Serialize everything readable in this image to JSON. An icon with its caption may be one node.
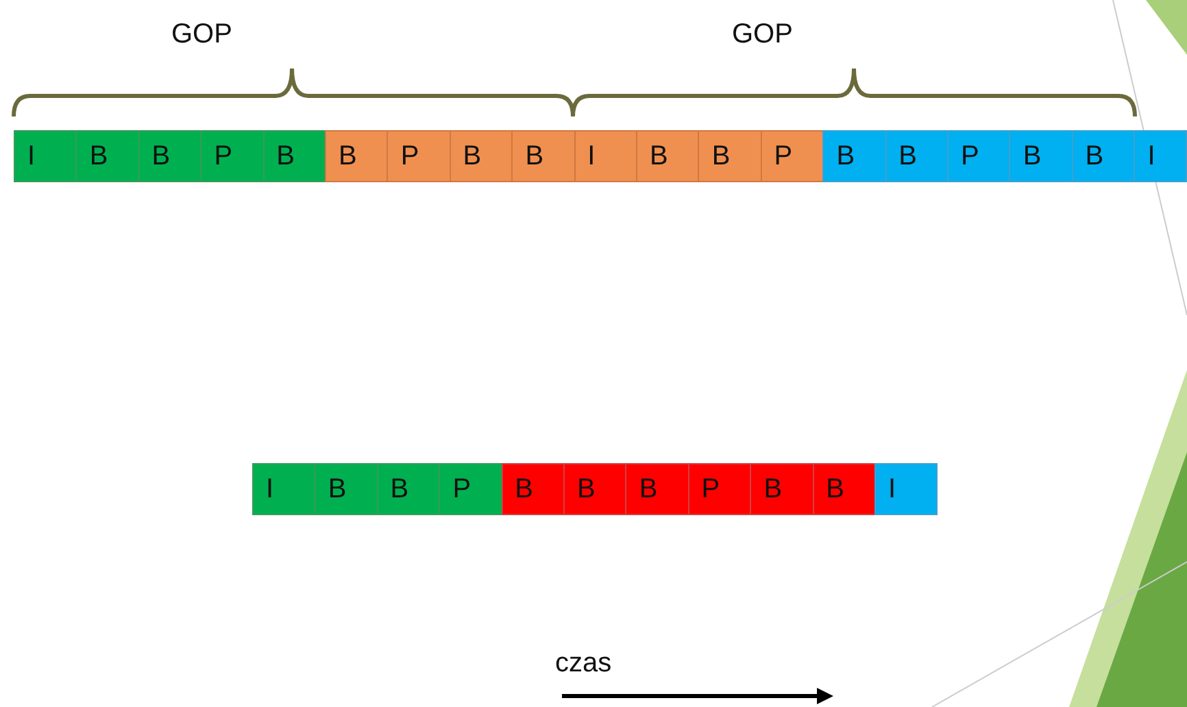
{
  "diagram": {
    "nodes": [
      {
        "text": [
          "I"
        ]
      },
      {
        "text": [
          "B"
        ]
      },
      {
        "text": [
          "B"
        ]
      },
      {
        "text": [
          "P"
        ]
      },
      {
        "text": [
          "B"
        ]
      },
      {
        "text": [
          "B"
        ]
      },
      {
        "text": [
          "P"
        ]
      },
      {
        "text": [
          "B"
        ]
      },
      {
        "text": [
          "B"
        ]
      },
      {
        "text": [
          "I"
        ]
      },
      {
        "text": [
          "B"
        ]
      },
      {
        "text": [
          "B"
        ]
      },
      {
        "text": [
          "P"
        ]
      },
      {
        "text": [
          "B"
        ]
      },
      {
        "text": [
          "B"
        ]
      },
      {
        "text": [
          "P"
        ]
      },
      {
        "text": [
          "B"
        ]
      },
      {
        "text": [
          "B"
        ]
      },
      {
        "text": [
          "I"
        ]
      },
      {
        "text": [
          "I"
        ]
      },
      {
        "text": [
          "B"
        ]
      },
      {
        "text": [
          "B"
        ]
      },
      {
        "text": [
          "P"
        ]
      },
      {
        "text": [
          "B"
        ]
      },
      {
        "text": [
          "B"
        ]
      },
      {
        "text": [
          "B"
        ]
      },
      {
        "text": [
          "P"
        ]
      },
      {
        "text": [
          "B"
        ]
      },
      {
        "text": [
          "B"
        ]
      },
      {
        "text": [
          "I"
        ]
      }
    ],
    "labels": [
      "GOP",
      "GOP",
      "czas"
    ]
  }
}
